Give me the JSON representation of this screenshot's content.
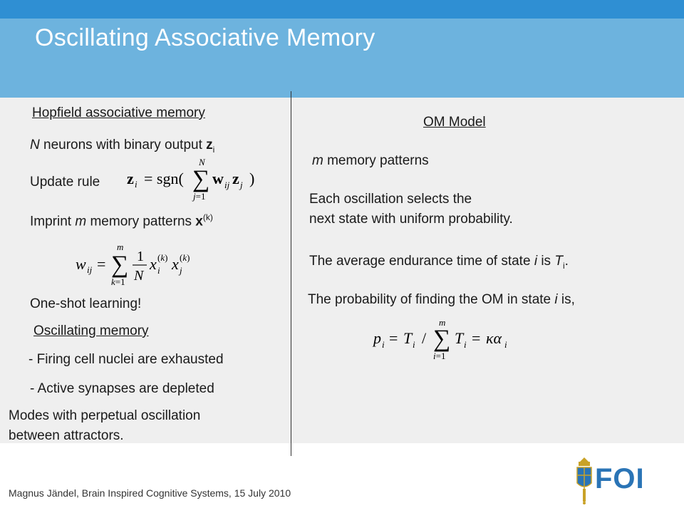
{
  "slide": {
    "title": "Oscillating  Associative Memory",
    "footer": "Magnus Jändel, Brain Inspired Cognitive Systems, 15 July 2010",
    "logo_text": "FOI"
  },
  "left": {
    "heading1": "Hopfield associative memory",
    "neurons_pre": "N",
    "neurons_mid": " neurons with binary output ",
    "neurons_var": "z",
    "neurons_sub": "i",
    "update_label": "Update rule",
    "imprint_pre": "Imprint ",
    "imprint_m": "m",
    "imprint_mid": " memory patterns ",
    "imprint_x": "x",
    "imprint_sup": "(k)",
    "oneshot": "One-shot learning!",
    "heading2": "Oscillating memory",
    "bullet1": "- Firing cell nuclei are exhausted",
    "bullet2": "- Active synapses are depleted",
    "modes_line1": "Modes with perpetual oscillation",
    "modes_line2": "between  attractors."
  },
  "right": {
    "heading": "OM Model",
    "patterns_m": "m",
    "patterns_rest": " memory patterns",
    "osc_line1": "Each oscillation selects the",
    "osc_line2": "next state with uniform probability.",
    "endur_pre": "The average endurance time of state ",
    "endur_i": "i",
    "endur_mid": " is ",
    "endur_T": "T",
    "endur_sub": "i",
    "endur_end": ".",
    "prob_pre": "The probability of finding the OM in state ",
    "prob_i": "i",
    "prob_end": " is,"
  }
}
